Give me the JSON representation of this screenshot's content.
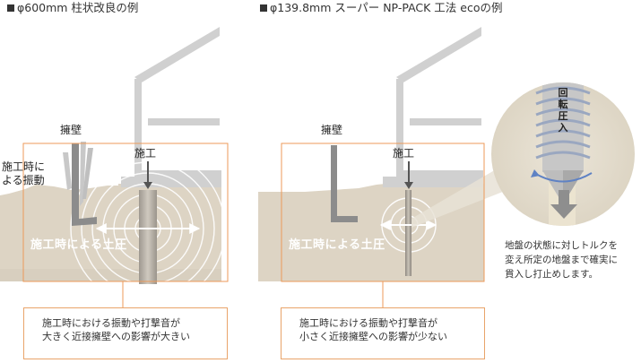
{
  "left": {
    "title": "φ600mm 柱状改良の例",
    "retaining_wall": "擁壁",
    "vibration_label_line1": "施工時に",
    "vibration_label_line2": "よる振動",
    "construction": "施工",
    "earth_pressure": "施工時による土圧",
    "note_line1": "施工時における振動や打撃音が",
    "note_line2": "大きく近接擁壁への影響が大きい"
  },
  "right": {
    "title": "φ139.8mm スーパー NP-PACK 工法 ecoの例",
    "retaining_wall": "擁壁",
    "construction": "施工",
    "earth_pressure": "施工時による土圧",
    "note_line1": "施工時における振動や打撃音が",
    "note_line2": "小さく近接擁壁への影響が少ない",
    "rotation_label": [
      "回",
      "転",
      "圧",
      "入"
    ],
    "explanation_line1": "地盤の状態に対しトルクを",
    "explanation_line2": "変え所定の地盤まで確実に",
    "explanation_line3": "貫入し打止めします。"
  },
  "colors": {
    "accent_orange": "#ec9a5a",
    "soil": "#ddd4c4",
    "house_gray": "#d0d0d0",
    "wall_gray": "#8c8c8c",
    "bullet": "#333333"
  }
}
